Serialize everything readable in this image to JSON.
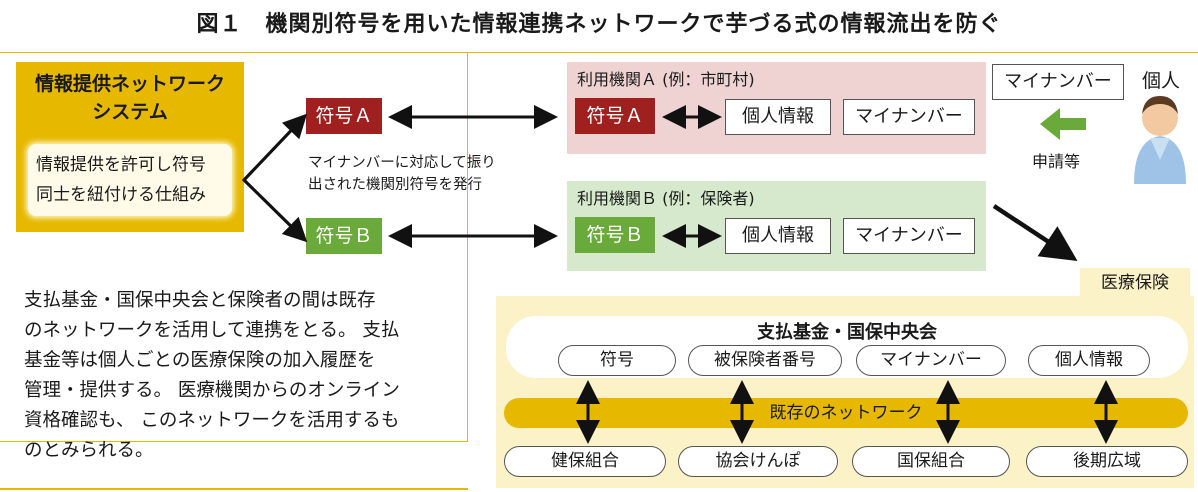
{
  "title": "図１　機関別符号を用いた情報連携ネットワークで芋づる式の情報流出を防ぐ",
  "system": {
    "title_line1": "情報提供ネットワーク",
    "title_line2": "システム",
    "desc_line1": "情報提供を許可し符号",
    "desc_line2": "同士を紐付ける仕組み"
  },
  "code_a": "符号Ａ",
  "code_b": "符号Ｂ",
  "issue_note_line1": "マイナンバーに対応して振り",
  "issue_note_line2": "出された機関別符号を発行",
  "institution_a": {
    "label": "利用機関Ａ (例：市町村)",
    "code": "符号Ａ",
    "personal_info": "個人情報",
    "my_number": "マイナンバー"
  },
  "institution_b": {
    "label": "利用機関Ｂ (例：保険者)",
    "code": "符号Ｂ",
    "personal_info": "個人情報",
    "my_number": "マイナンバー"
  },
  "person": {
    "my_number_box": "マイナンバー",
    "label": "個人",
    "application": "申請等"
  },
  "body_text": [
    "支払基金・国保中央会と保険者の間は既存",
    "のネットワークを活用して連携をとる。 支払",
    "基金等は個人ごとの医療保険の加入履歴を",
    "管理・提供する。 医療機関からのオンライン",
    "資格確認も、 このネットワークを活用するも",
    "のとみられる。"
  ],
  "medical": {
    "tab_label": "医療保険",
    "fund_title": "支払基金・国保中央会",
    "fund_items": [
      "符号",
      "被保険者番号",
      "マイナンバー",
      "個人情報"
    ],
    "network_label": "既存のネットワーク",
    "insurers": [
      "健保組合",
      "協会けんぽ",
      "国保組合",
      "後期広域"
    ]
  },
  "colors": {
    "gold": "#e6b800",
    "red_code": "#a02020",
    "green_code": "#6aaa3a",
    "inst_a_bg": "#efd3d3",
    "inst_b_bg": "#d6e9cc",
    "medical_bg": "#fcf2c8",
    "arrow_green": "#6aaa3a"
  },
  "icons": {
    "person": "person-icon",
    "left_arrow": "green-left-arrow-icon"
  }
}
